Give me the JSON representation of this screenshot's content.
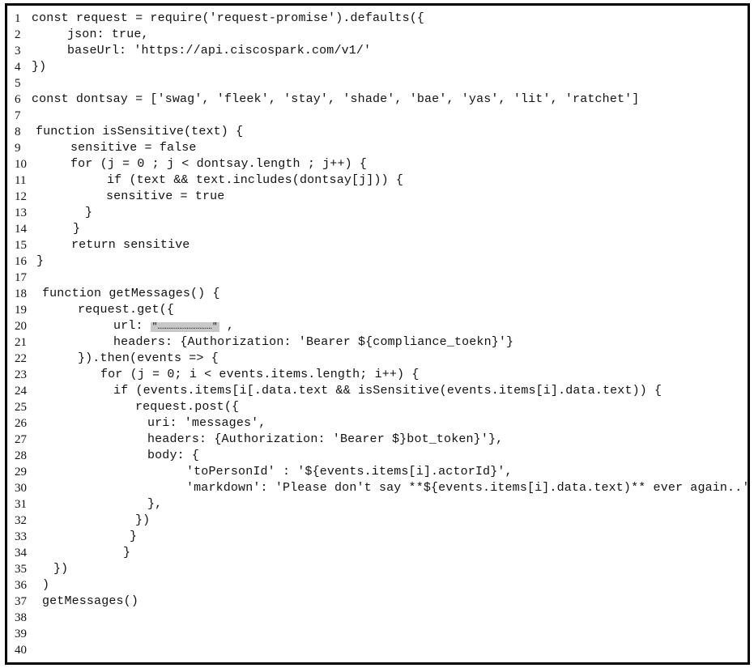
{
  "lines": [
    {
      "num": "1",
      "code": "const request = require('request-promise').defaults({"
    },
    {
      "num": "2",
      "code": "json: true,"
    },
    {
      "num": "3",
      "code": "baseUrl: 'https://api.ciscospark.com/v1/'"
    },
    {
      "num": "4",
      "code": "})"
    },
    {
      "num": "5",
      "code": ""
    },
    {
      "num": "6",
      "code": "const dontsay = ['swag', 'fleek', 'stay', 'shade', 'bae', 'yas', 'lit', 'ratchet']"
    },
    {
      "num": "7",
      "code": ""
    },
    {
      "num": "8",
      "code": "function isSensitive(text) {"
    },
    {
      "num": "9",
      "code": "sensitive = false"
    },
    {
      "num": "10",
      "code": "for (j = 0 ; j < dontsay.length ; j++) {"
    },
    {
      "num": "11",
      "code": "if (text && text.includes(dontsay[j])) {"
    },
    {
      "num": "12",
      "code": "sensitive = true"
    },
    {
      "num": "13",
      "code": "}"
    },
    {
      "num": "14",
      "code": "}"
    },
    {
      "num": "15",
      "code": "return sensitive"
    },
    {
      "num": "16",
      "code": "}"
    },
    {
      "num": "17",
      "code": ""
    },
    {
      "num": "18",
      "code": "function getMessages() {"
    },
    {
      "num": "19",
      "code": "request.get({"
    },
    {
      "num": "20",
      "code": "url: ",
      "highlight": "\"…………………………\"",
      "after": " ,"
    },
    {
      "num": "21",
      "code": "headers: {Authorization: 'Bearer ${compliance_toekn}'}"
    },
    {
      "num": "22",
      "code": "}).then(events => {"
    },
    {
      "num": "23",
      "code": "for (j = 0; i < events.items.length; i++) {"
    },
    {
      "num": "24",
      "code": "if (events.items[i[.data.text && isSensitive(events.items[i].data.text)) {"
    },
    {
      "num": "25",
      "code": "request.post({"
    },
    {
      "num": "26",
      "code": "uri: 'messages',"
    },
    {
      "num": "27",
      "code": "headers: {Authorization: 'Bearer $}bot_token}'},"
    },
    {
      "num": "28",
      "code": "body: {"
    },
    {
      "num": "29",
      "code": "'toPersonId' : '${events.items[i].actorId}',"
    },
    {
      "num": "30",
      "code": "'markdown': 'Please don't say **${events.items[i].data.text)** ever again..'"
    },
    {
      "num": "31",
      "code": "},"
    },
    {
      "num": "32",
      "code": "})"
    },
    {
      "num": "33",
      "code": "}"
    },
    {
      "num": "34",
      "code": "}"
    },
    {
      "num": "35",
      "code": "})"
    },
    {
      "num": "36",
      "code": ")"
    },
    {
      "num": "37",
      "code": "getMessages()"
    },
    {
      "num": "38",
      "code": ""
    },
    {
      "num": "39",
      "code": ""
    },
    {
      "num": "40",
      "code": ""
    }
  ]
}
